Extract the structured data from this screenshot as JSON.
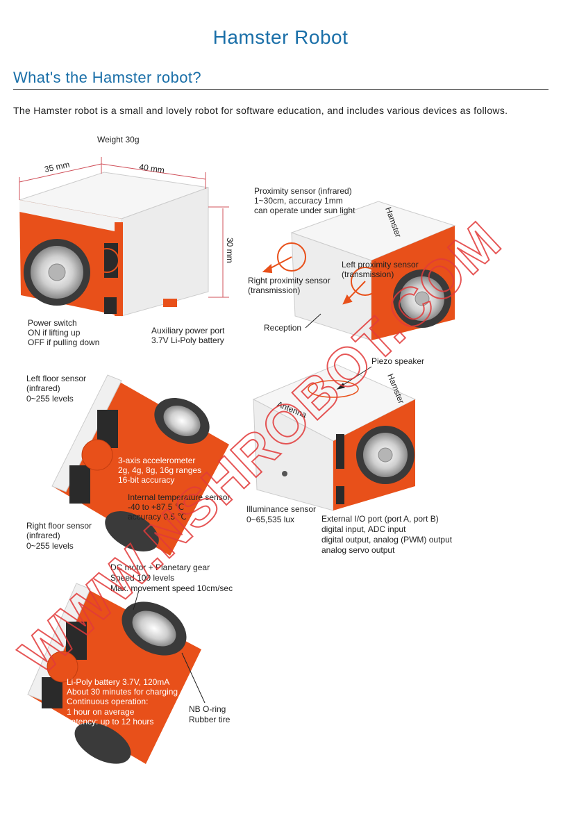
{
  "page": {
    "title": "Hamster Robot",
    "section_title": "What's the Hamster robot?",
    "intro": "The Hamster robot is a small and lovely robot for software education, and includes various devices as follows."
  },
  "figure": {
    "weight": "Weight 30g",
    "dim_depth": "35 mm",
    "dim_width": "40 mm",
    "dim_height": "30 mm",
    "power_switch": [
      "Power switch",
      "ON if lifting up",
      "OFF if pulling down"
    ],
    "aux_port": [
      "Auxiliary power port",
      "3.7V Li-Poly battery"
    ],
    "proximity": [
      "Proximity sensor (infrared)",
      "1~30cm, accuracy 1mm",
      "can operate under sun light"
    ],
    "right_proximity": [
      "Right proximity sensor",
      "(transmission)"
    ],
    "left_proximity": [
      "Left proximity sensor",
      "(transmission)"
    ],
    "reception": "Reception",
    "piezo": "Piezo speaker",
    "antenna": "Antenna",
    "left_floor": [
      "Left floor sensor",
      "(infrared)",
      "0~255  levels"
    ],
    "accelerometer": [
      "3-axis accelerometer",
      "2g, 4g, 8g, 16g ranges",
      "16-bit accuracy"
    ],
    "temperature": [
      "Internal temperature sensor",
      "-40 to +87.5 ℃",
      "accuracy 0.5 ℃"
    ],
    "right_floor": [
      "Right floor sensor",
      "(infrared)",
      "0~255  levels"
    ],
    "illuminance": [
      "Illuminance sensor",
      "0~65,535  lux"
    ],
    "io_port": [
      "External I/O port (port A, port B)",
      "digital input, ADC input",
      "digital output, analog (PWM) output",
      "analog servo output"
    ],
    "motor": [
      "DC motor + Planetary gear",
      "Speed 100 levels",
      "Max. movement speed 10cm/sec"
    ],
    "battery": [
      "Li-Poly battery 3.7V, 120mA",
      "About 30 minutes for charging",
      "Continuous operation:",
      "1 hour on average",
      "Latency: up to 12 hours"
    ],
    "tire": [
      "NB O-ring",
      "Rubber tire"
    ],
    "brand": "Hamster",
    "watermark": "WWW.NSHROBOT.COM"
  },
  "colors": {
    "accent": "#1a6fa8",
    "robot_orange": "#e8501a",
    "robot_white": "#f3f3f3",
    "dimension_red": "#d0505a",
    "watermark_red": "#e23a3a"
  }
}
